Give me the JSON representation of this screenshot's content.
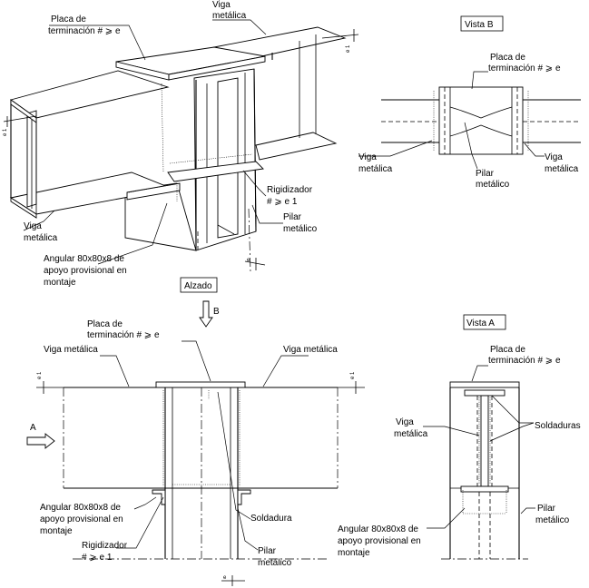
{
  "iso": {
    "placa_label_1": "Placa de",
    "placa_label_2": "terminación # ⩾ e",
    "viga_top_1": "Viga",
    "viga_top_2": "metálica",
    "viga_left_1": "Viga",
    "viga_left_2": "metálica",
    "rigid_1": "Rigidizador",
    "rigid_2": "# ⩾ e 1",
    "pilar_1": "Pilar",
    "pilar_2": "metálico",
    "ang_1": "Angular 80x80x8 de",
    "ang_2": "apoyo provisional en",
    "ang_3": "montaje",
    "dim_e1_a": "e 1",
    "dim_e1_b": "e 1",
    "dim_e": "e"
  },
  "vista_b": {
    "title": "Vista B",
    "placa_1": "Placa de",
    "placa_2": "terminación # ⩾ e",
    "viga_l_1": "Viga",
    "viga_l_2": "metálica",
    "viga_r_1": "Viga",
    "viga_r_2": "metálica",
    "pilar_1": "Pilar",
    "pilar_2": "metálico"
  },
  "alzado": {
    "title": "Alzado",
    "arrow_b": "B",
    "arrow_a": "A",
    "placa_1": "Placa de",
    "placa_2": "terminación # ⩾ e",
    "viga_l": "Viga metálica",
    "viga_r": "Viga metálica",
    "ang_1": "Angular 80x80x8 de",
    "ang_2": "apoyo provisional en",
    "ang_3": "montaje",
    "soldadura": "Soldadura",
    "rigid_1": "Rigidizador",
    "rigid_2": "# ⩾ e 1",
    "pilar_1": "Pilar",
    "pilar_2": "metálico",
    "dim_e1_l": "e 1",
    "dim_e1_r": "e 1",
    "dim_e": "e"
  },
  "vista_a": {
    "title": "Vista A",
    "placa_1": "Placa de",
    "placa_2": "terminación # ⩾ e",
    "viga_1": "Viga",
    "viga_2": "metálica",
    "soldaduras": "Soldaduras",
    "pilar_1": "Pilar",
    "pilar_2": "metálico",
    "ang_1": "Angular 80x80x8 de",
    "ang_2": "apoyo provisional en",
    "ang_3": "montaje"
  }
}
